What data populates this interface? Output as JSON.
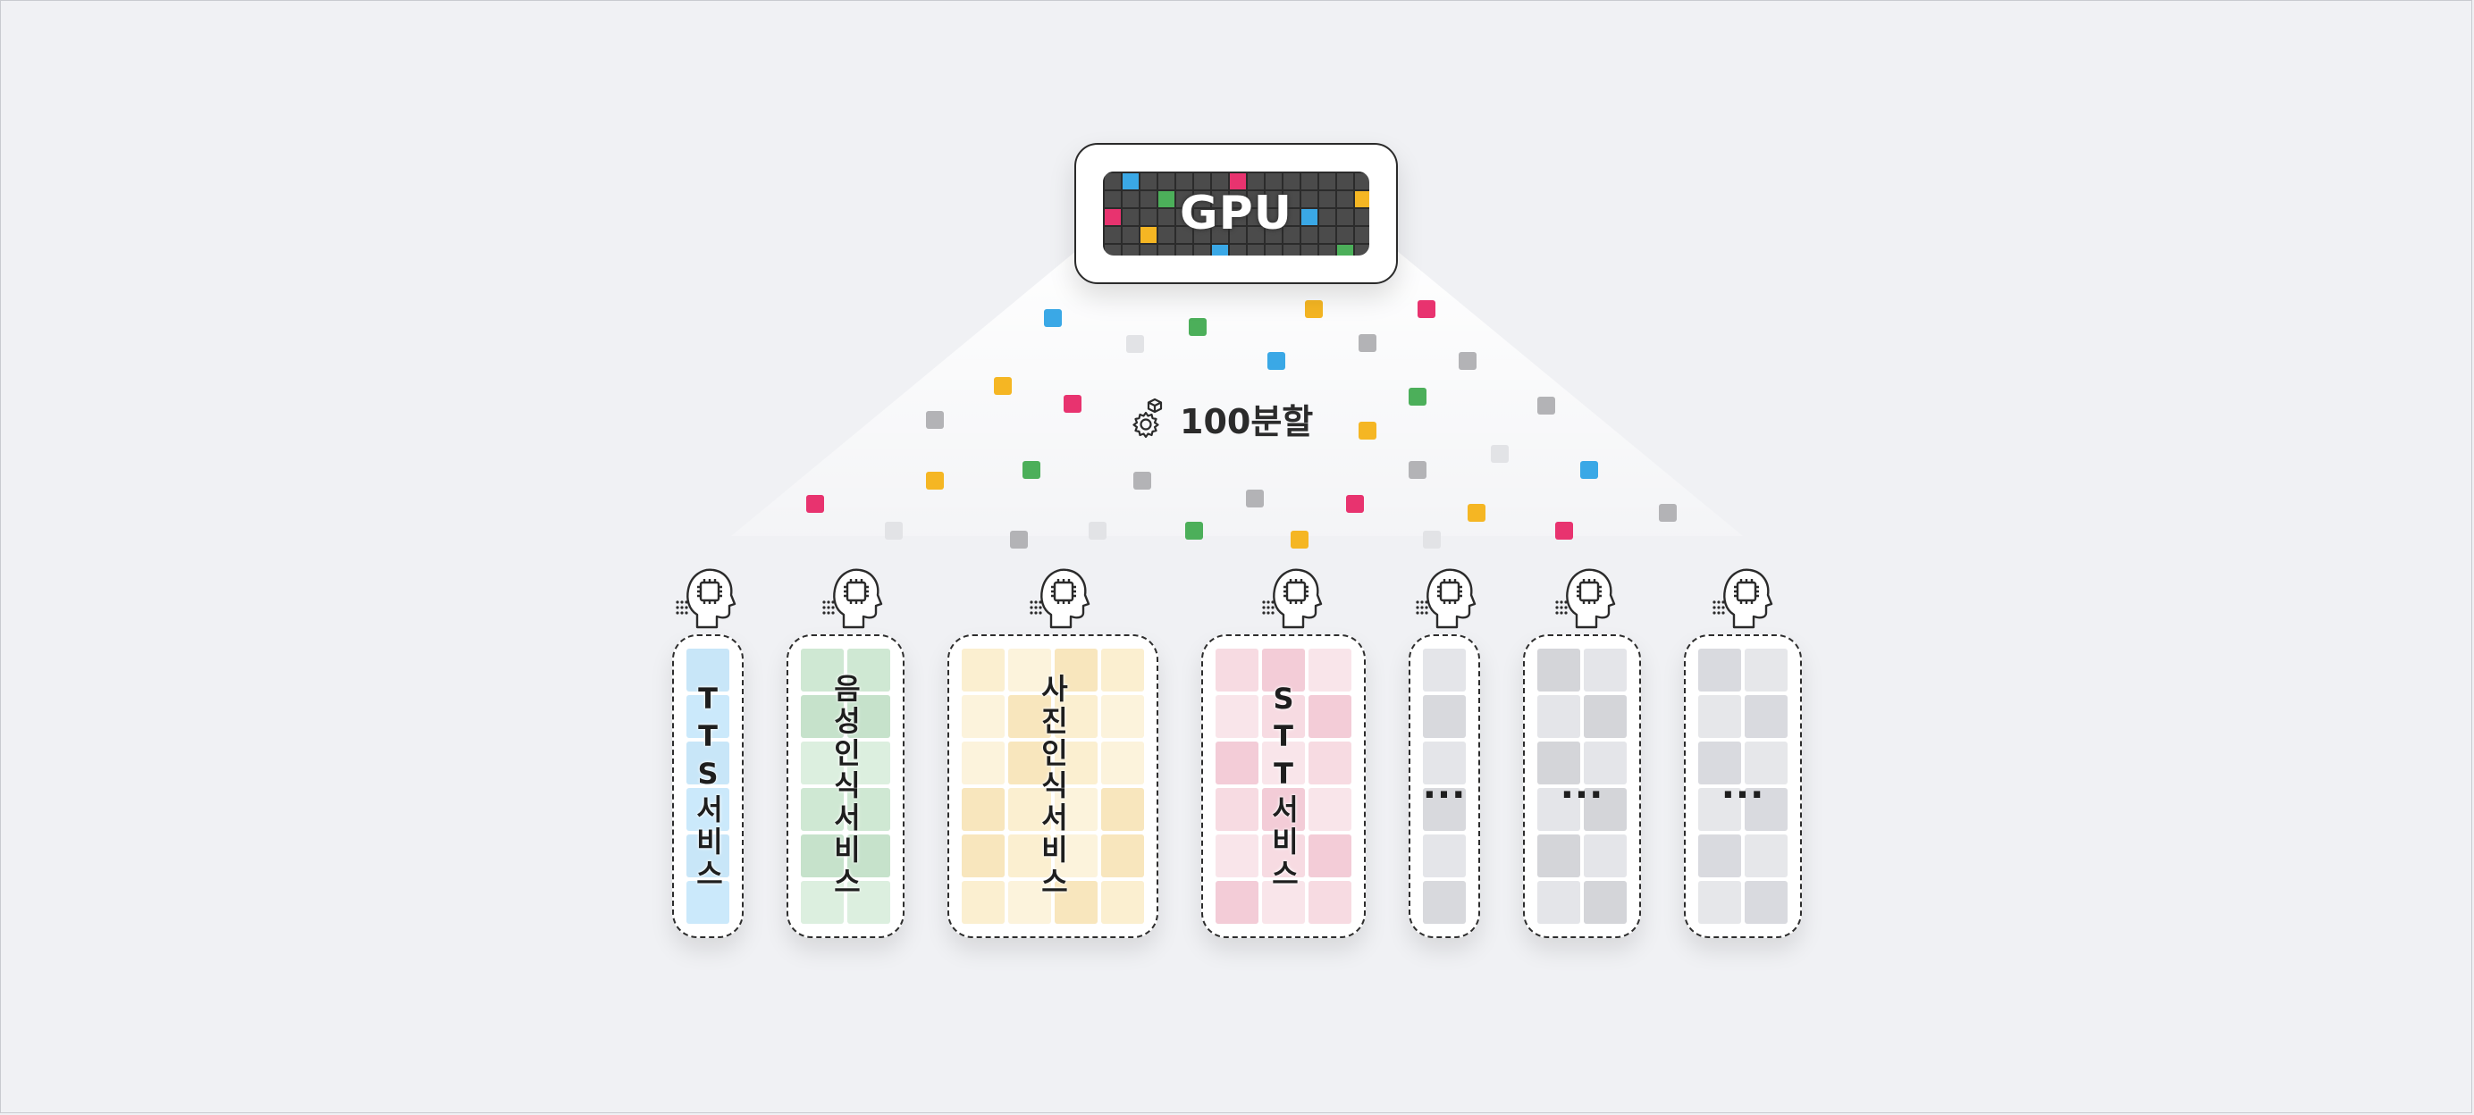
{
  "gpu": {
    "label": "GPU"
  },
  "split": {
    "label": "100분할",
    "icon": "gear-cube-icon"
  },
  "colors": {
    "blue": "#3aa8e6",
    "green": "#4caf5a",
    "yellow": "#f5b623",
    "pink": "#e8336f",
    "gray": "#b3b3b6",
    "light": "#e2e3e6"
  },
  "columns": [
    {
      "id": "tts",
      "label": "TTS서비스",
      "icon": "ai-head-icon"
    },
    {
      "id": "voice",
      "label": "음성인식서비스",
      "icon": "ai-head-icon"
    },
    {
      "id": "photo",
      "label": "사진인식서비스",
      "icon": "ai-head-icon"
    },
    {
      "id": "stt",
      "label": "STT서비스",
      "icon": "ai-head-icon"
    },
    {
      "id": "etc1",
      "label": "...",
      "icon": "ai-head-icon"
    },
    {
      "id": "etc2",
      "label": "...",
      "icon": "ai-head-icon"
    },
    {
      "id": "etc3",
      "label": "...",
      "icon": "ai-head-icon"
    }
  ]
}
